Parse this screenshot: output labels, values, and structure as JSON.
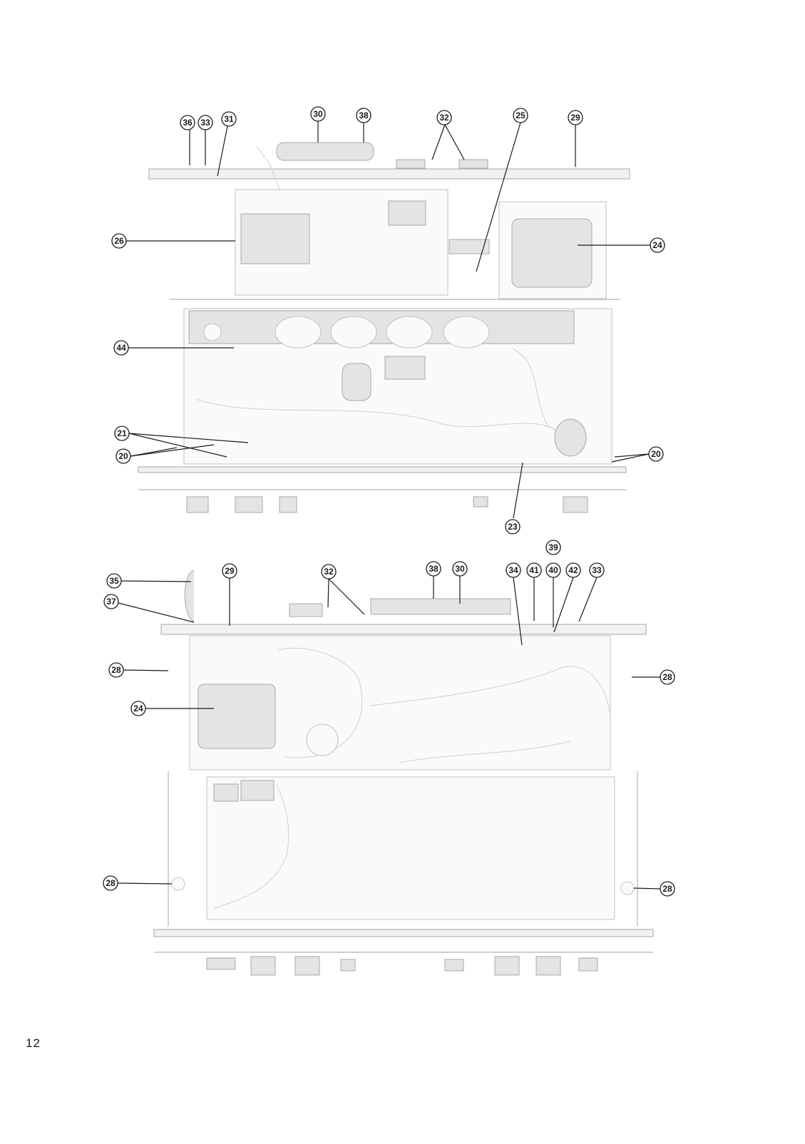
{
  "page": {
    "number": "12"
  },
  "figures": [
    {
      "id": "top-view",
      "callouts": [
        "36",
        "33",
        "31",
        "30",
        "38",
        "32",
        "25",
        "29",
        "26",
        "24",
        "44",
        "21",
        "20",
        "20",
        "23"
      ]
    },
    {
      "id": "bottom-view",
      "callouts": [
        "39",
        "35",
        "29",
        "32",
        "38",
        "30",
        "34",
        "41",
        "40",
        "42",
        "33",
        "37",
        "28",
        "28",
        "24",
        "28",
        "28"
      ]
    }
  ]
}
